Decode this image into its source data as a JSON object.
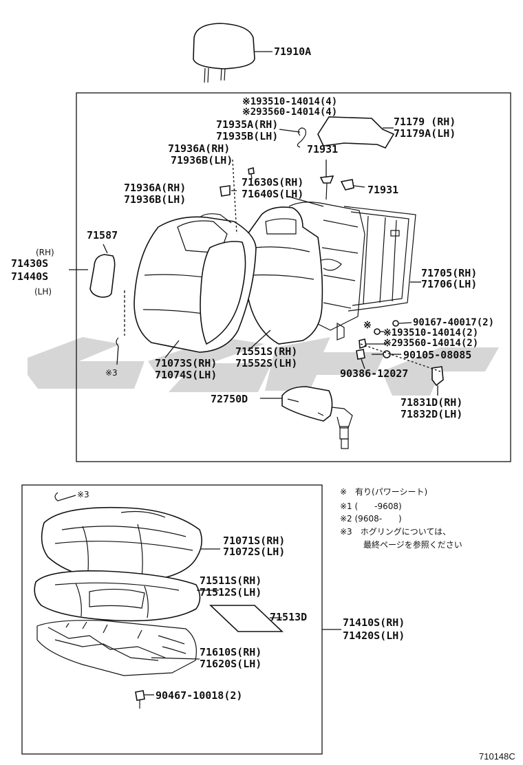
{
  "callouts": {
    "headrest": "71910A",
    "screw1": "※193510-14014(4)",
    "screw2": "※293560-14014(4)",
    "clip_a_rh": "71935A(RH)",
    "clip_b_lh": "71935B(LH)",
    "bracket_rh": "71179  (RH)",
    "bracket_lh": "71179A(LH)",
    "guide_a_rh": "71936A(RH)",
    "guide_b_lh": "71936B(LH)",
    "part_71931_top": "71931",
    "guide2_a_rh": "71936A(RH)",
    "guide2_b_lh": "71936B(LH)",
    "support_rh": "71630S(RH)",
    "support_lh": "71640S(LH)",
    "part_71931_right": "71931",
    "cover_71587": "71587",
    "back_assy_rh_tag": "(RH)",
    "back_assy_rh": "71430S",
    "back_assy_lh": "71440S",
    "back_assy_lh_tag": "(LH)",
    "frame_rh": "71705(RH)",
    "frame_lh": "71706(LH)",
    "bolt_90167": "90167-40017(2)",
    "bolt_93510": "※193510-14014(2)",
    "bolt_93560": "※293560-14014(2)",
    "bolt_90105": "90105-08085",
    "bolt_90386": "90386-12027",
    "pad_rh": "71551S(RH)",
    "pad_lh": "71552S(LH)",
    "back_cover_rh": "71073S(RH)",
    "back_cover_lh": "71074S(LH)",
    "ring_note_top": "※3",
    "adjuster": "72750D",
    "hinge_cover_rh": "71831D(RH)",
    "hinge_cover_lh": "71832D(LH)",
    "ring_note_bottom": "※3",
    "cush_cover_rh": "71071S(RH)",
    "cush_cover_lh": "71072S(LH)",
    "cush_pad_rh": "71511S(RH)",
    "cush_pad_lh": "71512S(LH)",
    "cush_sheet": "71513D",
    "cush_assy_rh": "71410S(RH)",
    "cush_assy_lh": "71420S(LH)",
    "cush_frame_rh": "71610S(RH)",
    "cush_frame_lh": "71620S(LH)",
    "cush_bolt": "90467-10018(2)"
  },
  "legend": {
    "line1": "※　有り(パワーシート)",
    "line2": "※1 (　　-9608)",
    "line3": "※2 (9608-　　)",
    "line4": "※3　ホグリングについては、",
    "line5": "最終ページを参照ください"
  },
  "diagram_code": "710148C"
}
